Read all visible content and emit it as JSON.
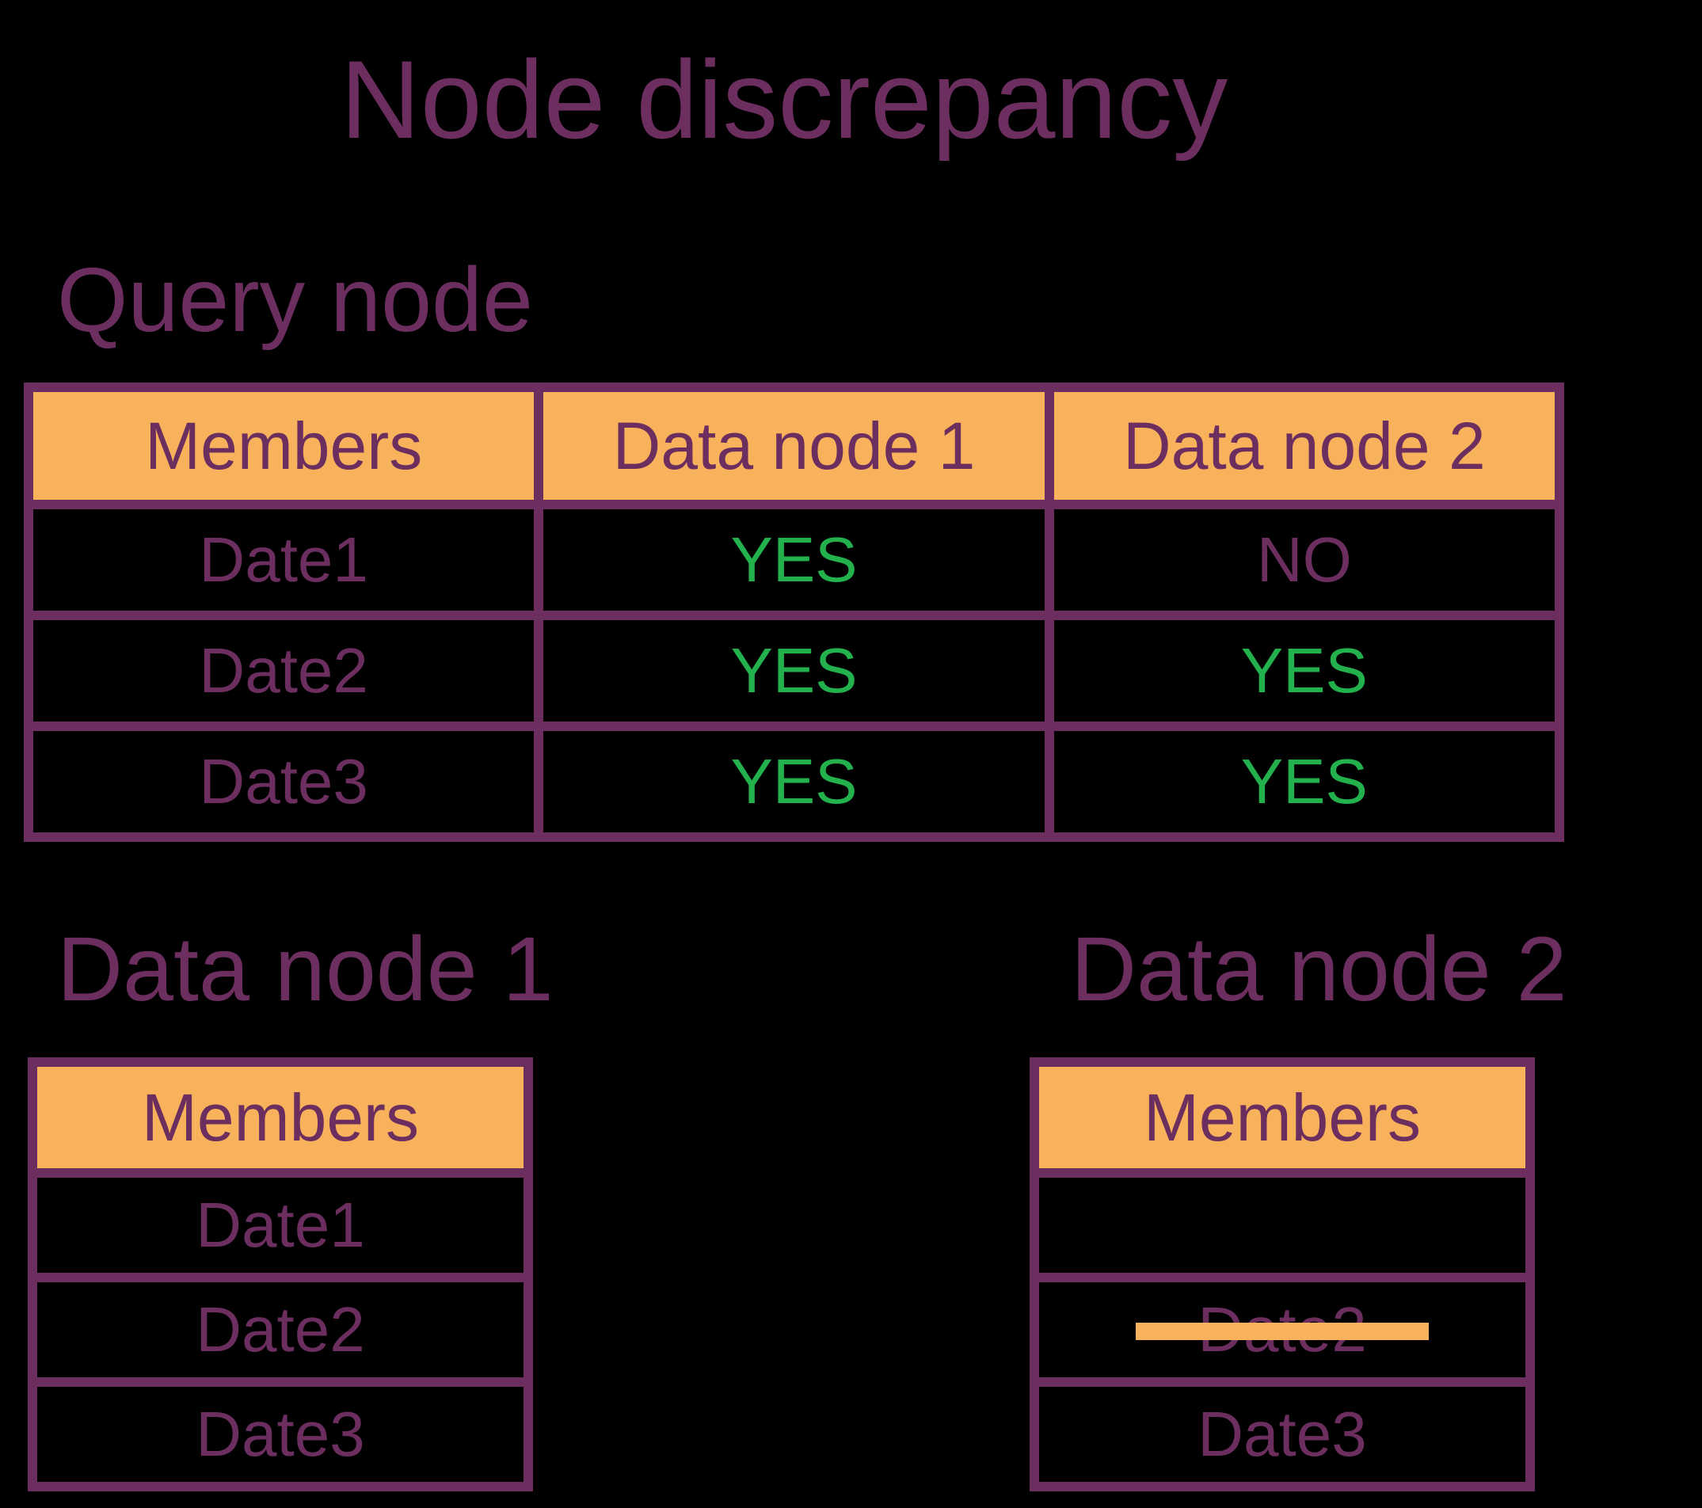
{
  "title": "Node discrepancy",
  "colors": {
    "background": "#000000",
    "purple": "#6B2E5F",
    "orange": "#F9B25C",
    "green": "#22B14C"
  },
  "query_node": {
    "heading": "Query node",
    "table": {
      "headers": [
        "Members",
        "Data node 1",
        "Data node 2"
      ],
      "rows": [
        {
          "member": "Date1",
          "node1": "YES",
          "node1_status": "yes",
          "node2": "NO",
          "node2_status": "no"
        },
        {
          "member": "Date2",
          "node1": "YES",
          "node1_status": "yes",
          "node2": "YES",
          "node2_status": "yes"
        },
        {
          "member": "Date3",
          "node1": "YES",
          "node1_status": "yes",
          "node2": "YES",
          "node2_status": "yes"
        }
      ]
    }
  },
  "data_node_1": {
    "heading": "Data node 1",
    "table": {
      "header": "Members",
      "rows": [
        "Date1",
        "Date2",
        "Date3"
      ]
    }
  },
  "data_node_2": {
    "heading": "Data node 2",
    "table": {
      "header": "Members",
      "rows": [
        "",
        "Date2",
        "Date3"
      ],
      "row_1_struck": false,
      "row_2_struck": true,
      "row_3_struck": false
    }
  }
}
